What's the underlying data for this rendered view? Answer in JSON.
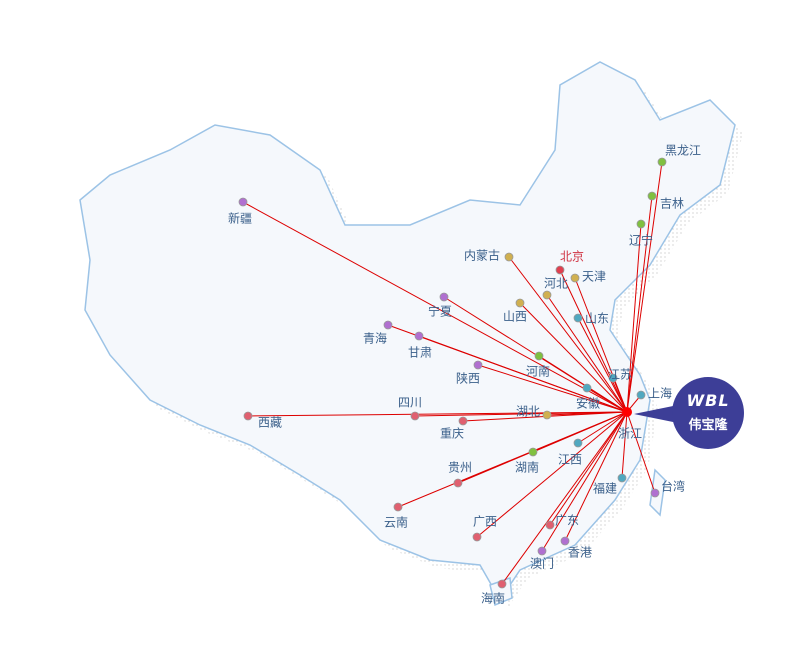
{
  "hub": {
    "name": "浙江",
    "color": "#ff0000"
  },
  "brand": {
    "logo": "WBL",
    "name": "伟宝隆",
    "color": "#3d3e97"
  },
  "provinces": [
    {
      "name": "新疆",
      "color": "#b070d0"
    },
    {
      "name": "西藏",
      "color": "#e06070"
    },
    {
      "name": "青海",
      "color": "#b070d0"
    },
    {
      "name": "甘肃",
      "color": "#b070d0"
    },
    {
      "name": "宁夏",
      "color": "#b070d0"
    },
    {
      "name": "内蒙古",
      "color": "#d0b050"
    },
    {
      "name": "北京",
      "color": "#e04050"
    },
    {
      "name": "天津",
      "color": "#d0b050"
    },
    {
      "name": "河北",
      "color": "#d0b050"
    },
    {
      "name": "山西",
      "color": "#d0b050"
    },
    {
      "name": "山东",
      "color": "#50a8c0"
    },
    {
      "name": "河南",
      "color": "#80c040"
    },
    {
      "name": "陕西",
      "color": "#b070d0"
    },
    {
      "name": "江苏",
      "color": "#50a8c0"
    },
    {
      "name": "安徽",
      "color": "#50a8c0"
    },
    {
      "name": "上海",
      "color": "#50a8c0"
    },
    {
      "name": "湖北",
      "color": "#d0b050"
    },
    {
      "name": "四川",
      "color": "#e06070"
    },
    {
      "name": "重庆",
      "color": "#e06070"
    },
    {
      "name": "江西",
      "color": "#50a8c0"
    },
    {
      "name": "湖南",
      "color": "#80c040"
    },
    {
      "name": "贵州",
      "color": "#e06070"
    },
    {
      "name": "云南",
      "color": "#e06070"
    },
    {
      "name": "广西",
      "color": "#e06070"
    },
    {
      "name": "广东",
      "color": "#e06070"
    },
    {
      "name": "香港",
      "color": "#b070d0"
    },
    {
      "name": "澳门",
      "color": "#b070d0"
    },
    {
      "name": "海南",
      "color": "#e06070"
    },
    {
      "name": "福建",
      "color": "#50a8c0"
    },
    {
      "name": "台湾",
      "color": "#b070d0"
    },
    {
      "name": "辽宁",
      "color": "#80c040"
    },
    {
      "name": "吉林",
      "color": "#80c040"
    },
    {
      "name": "黑龙江",
      "color": "#80c040"
    }
  ]
}
